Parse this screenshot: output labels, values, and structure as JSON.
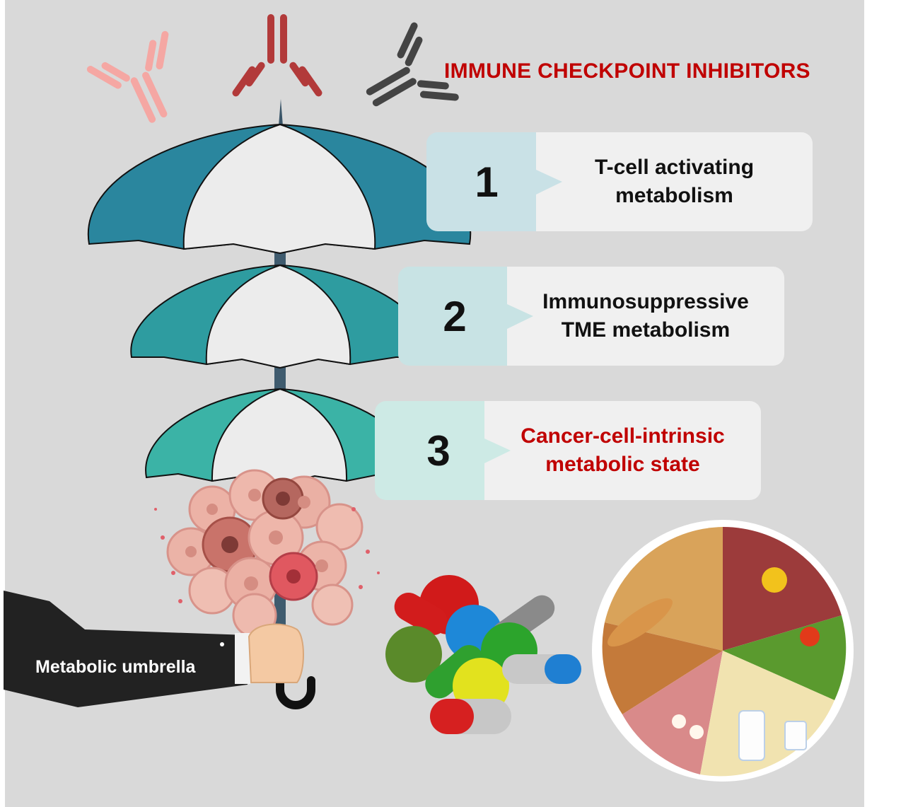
{
  "title": "IMMUNE CHECKPOINT INHIBITORS",
  "cards": [
    {
      "number": "1",
      "label": "T-cell activating\nmetabolism",
      "tab_color": "#c9e1e6"
    },
    {
      "number": "2",
      "label": "Immunosuppressive\nTME metabolism",
      "tab_color": "#c8e3e4"
    },
    {
      "number": "3",
      "label": "Cancer-cell-intrinsic\nmetabolic state",
      "tab_color": "#cdeae5"
    }
  ],
  "umbrella_label": "Metabolic umbrella",
  "colors": {
    "background": "#d9d9d9",
    "title_red": "#c00000",
    "umbrella_top": "#2a869e",
    "umbrella_middle": "#2e9ca0",
    "umbrella_bottom": "#3bb3a6",
    "umbrella_panel": "#ececec",
    "antibody_pink": "#f4a3a0",
    "antibody_red": "#b23a3a",
    "antibody_dark": "#444444",
    "sleeve": "#222222"
  },
  "icons": [
    "antibody-icon",
    "antibody-icon",
    "antibody-icon",
    "umbrella-icon",
    "tumor-cells-icon",
    "pills-icon",
    "food-plate-icon",
    "hand-icon"
  ]
}
